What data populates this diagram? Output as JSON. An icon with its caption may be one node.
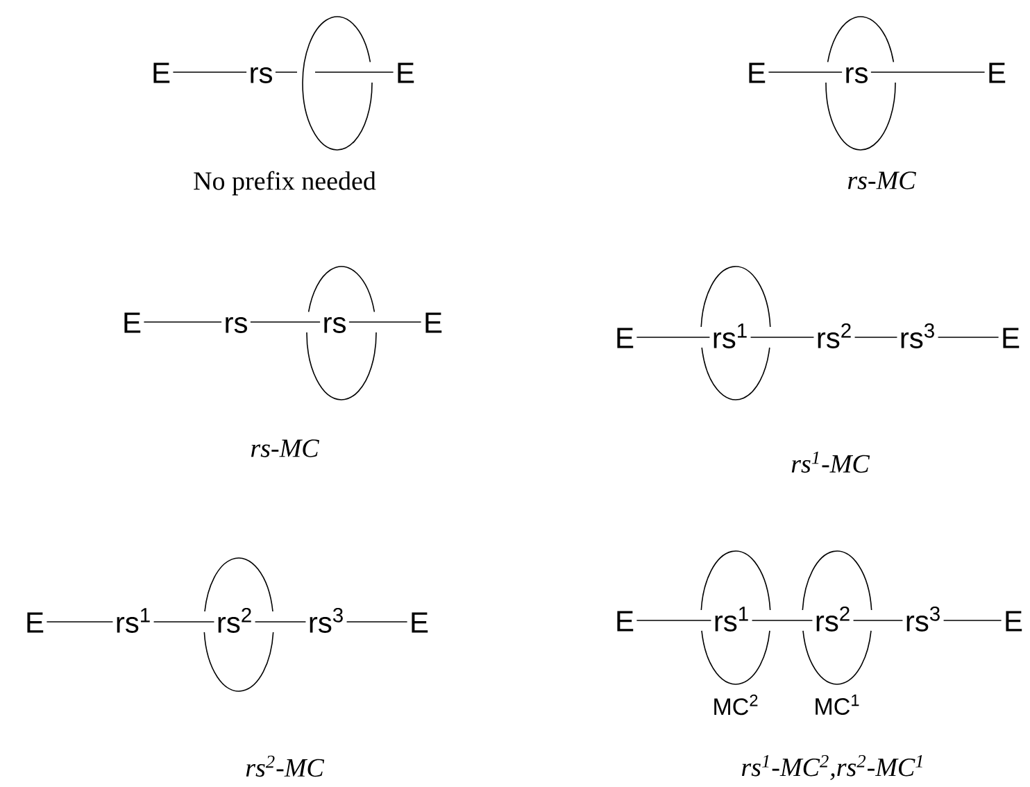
{
  "diagram": {
    "nodes": [
      {
        "text": [
          "E"
        ]
      },
      {
        "text": [
          "rs"
        ]
      },
      {
        "text": [],
        "shape": "ellipse"
      },
      {
        "text": [
          "E"
        ]
      },
      {
        "text": [
          "E"
        ]
      },
      {
        "text": [],
        "shape": "ellipse"
      },
      {
        "text": [
          "rs"
        ],
        "in": 5
      },
      {
        "text": [
          "E"
        ]
      },
      {
        "text": [
          "E"
        ]
      },
      {
        "text": [
          "rs"
        ]
      },
      {
        "text": [],
        "shape": "ellipse"
      },
      {
        "text": [
          "rs"
        ],
        "in": 10
      },
      {
        "text": [
          "E"
        ]
      },
      {
        "text": [
          "E"
        ]
      },
      {
        "text": [],
        "shape": "ellipse"
      },
      {
        "text": [
          "rs$^{1}$"
        ],
        "in": 14
      },
      {
        "text": [
          "rs$^{2}$"
        ]
      },
      {
        "text": [
          "rs$^{3}$"
        ]
      },
      {
        "text": [
          "E"
        ]
      },
      {
        "text": [
          "E"
        ]
      },
      {
        "text": [
          "rs$^{1}$"
        ]
      },
      {
        "text": [],
        "shape": "ellipse"
      },
      {
        "text": [
          "rs$^{2}$"
        ],
        "in": 21
      },
      {
        "text": [
          "rs$^{3}$"
        ]
      },
      {
        "text": [
          "E"
        ]
      },
      {
        "text": [
          "E"
        ]
      },
      {
        "text": [],
        "shape": "ellipse",
        "beside": [
          "MC$^{2}$"
        ]
      },
      {
        "text": [
          "rs$^{1}$"
        ],
        "in": 26
      },
      {
        "text": [],
        "shape": "ellipse",
        "beside": [
          "MC$^{1}$"
        ]
      },
      {
        "text": [
          "rs$^{2}$"
        ],
        "in": 28
      },
      {
        "text": [
          "rs$^{3}$"
        ]
      },
      {
        "text": [
          "E"
        ]
      }
    ],
    "edges": [
      {
        "from": 0,
        "to": 1,
        "arrow": "none"
      },
      {
        "from": 1,
        "to": 2,
        "arrow": "none"
      },
      {
        "from": 2,
        "to": 3,
        "arrow": "none"
      },
      {
        "from": 4,
        "to": 6,
        "arrow": "none"
      },
      {
        "from": 6,
        "to": 7,
        "arrow": "none"
      },
      {
        "from": 8,
        "to": 9,
        "arrow": "none"
      },
      {
        "from": 9,
        "to": 11,
        "arrow": "none"
      },
      {
        "from": 11,
        "to": 12,
        "arrow": "none"
      },
      {
        "from": 13,
        "to": 15,
        "arrow": "none"
      },
      {
        "from": 15,
        "to": 16,
        "arrow": "none"
      },
      {
        "from": 16,
        "to": 17,
        "arrow": "none"
      },
      {
        "from": 17,
        "to": 18,
        "arrow": "none"
      },
      {
        "from": 19,
        "to": 20,
        "arrow": "none"
      },
      {
        "from": 20,
        "to": 22,
        "arrow": "none"
      },
      {
        "from": 22,
        "to": 23,
        "arrow": "none"
      },
      {
        "from": 23,
        "to": 24,
        "arrow": "none"
      },
      {
        "from": 25,
        "to": 27,
        "arrow": "none"
      },
      {
        "from": 27,
        "to": 29,
        "arrow": "none"
      },
      {
        "from": 29,
        "to": 30,
        "arrow": "none"
      },
      {
        "from": 30,
        "to": 31,
        "arrow": "none"
      }
    ],
    "labels": [
      "No prefix needed",
      "rs-MC",
      "rs-MC",
      "rs$^{1}$-MC",
      "rs$^{2}$-MC",
      "rs$^{1}$-MC$^{2}$,rs$^{2}$-MC$^{1}$"
    ]
  }
}
